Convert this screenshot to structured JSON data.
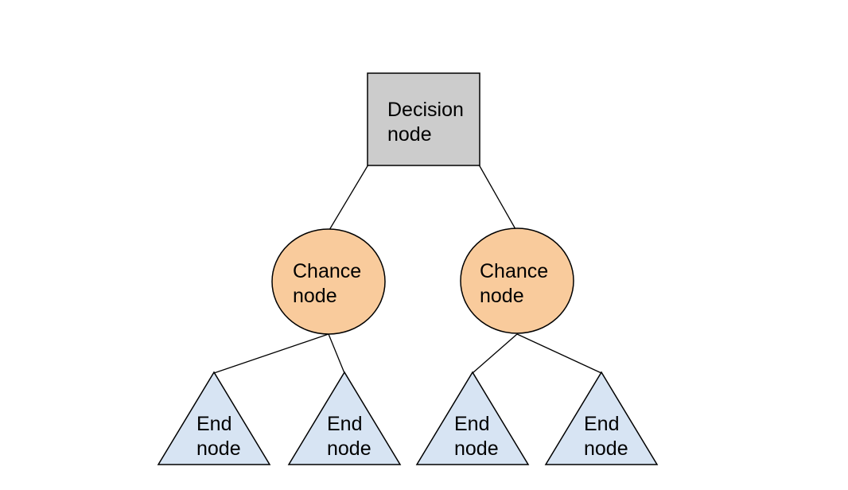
{
  "colors": {
    "background": "#ffffff",
    "stroke": "#000000",
    "text": "#000000",
    "decision_fill": "#cccccc",
    "chance_fill": "#f9cb9c",
    "end_fill": "#d7e4f3"
  },
  "nodes": {
    "decision": {
      "line1": "Decision",
      "line2": "node"
    },
    "chance_left": {
      "line1": "Chance",
      "line2": "node"
    },
    "chance_right": {
      "line1": "Chance",
      "line2": "node"
    },
    "end_1": {
      "line1": "End",
      "line2": "node"
    },
    "end_2": {
      "line1": "End",
      "line2": "node"
    },
    "end_3": {
      "line1": "End",
      "line2": "node"
    },
    "end_4": {
      "line1": "End",
      "line2": "node"
    }
  }
}
